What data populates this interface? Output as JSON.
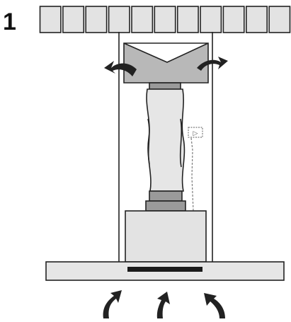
{
  "step_number": "1",
  "colors": {
    "outline": "#222222",
    "ceiling_fill": "#e3e3e3",
    "chimney_fill": "#ffffff",
    "diverter_fill": "#b8b8b8",
    "collar_fill": "#9a9a9a",
    "hose_fill": "#e6e6e6",
    "motor_fill": "#e3e3e3",
    "hood_fill": "#e6e6e6",
    "grease_filter_fill": "#1a1a1a",
    "arrow_fill": "#222222",
    "cable_dash": "#7a7a7a"
  },
  "icons": {
    "exhaust_left": "curved-arrow-up-left-icon",
    "exhaust_right": "curved-arrow-up-right-icon",
    "intake": "curved-arrow-up-icon",
    "plug": "electrical-plug-icon"
  },
  "ceiling": {
    "segment_count": 11
  },
  "intake_arrow_count": 3
}
